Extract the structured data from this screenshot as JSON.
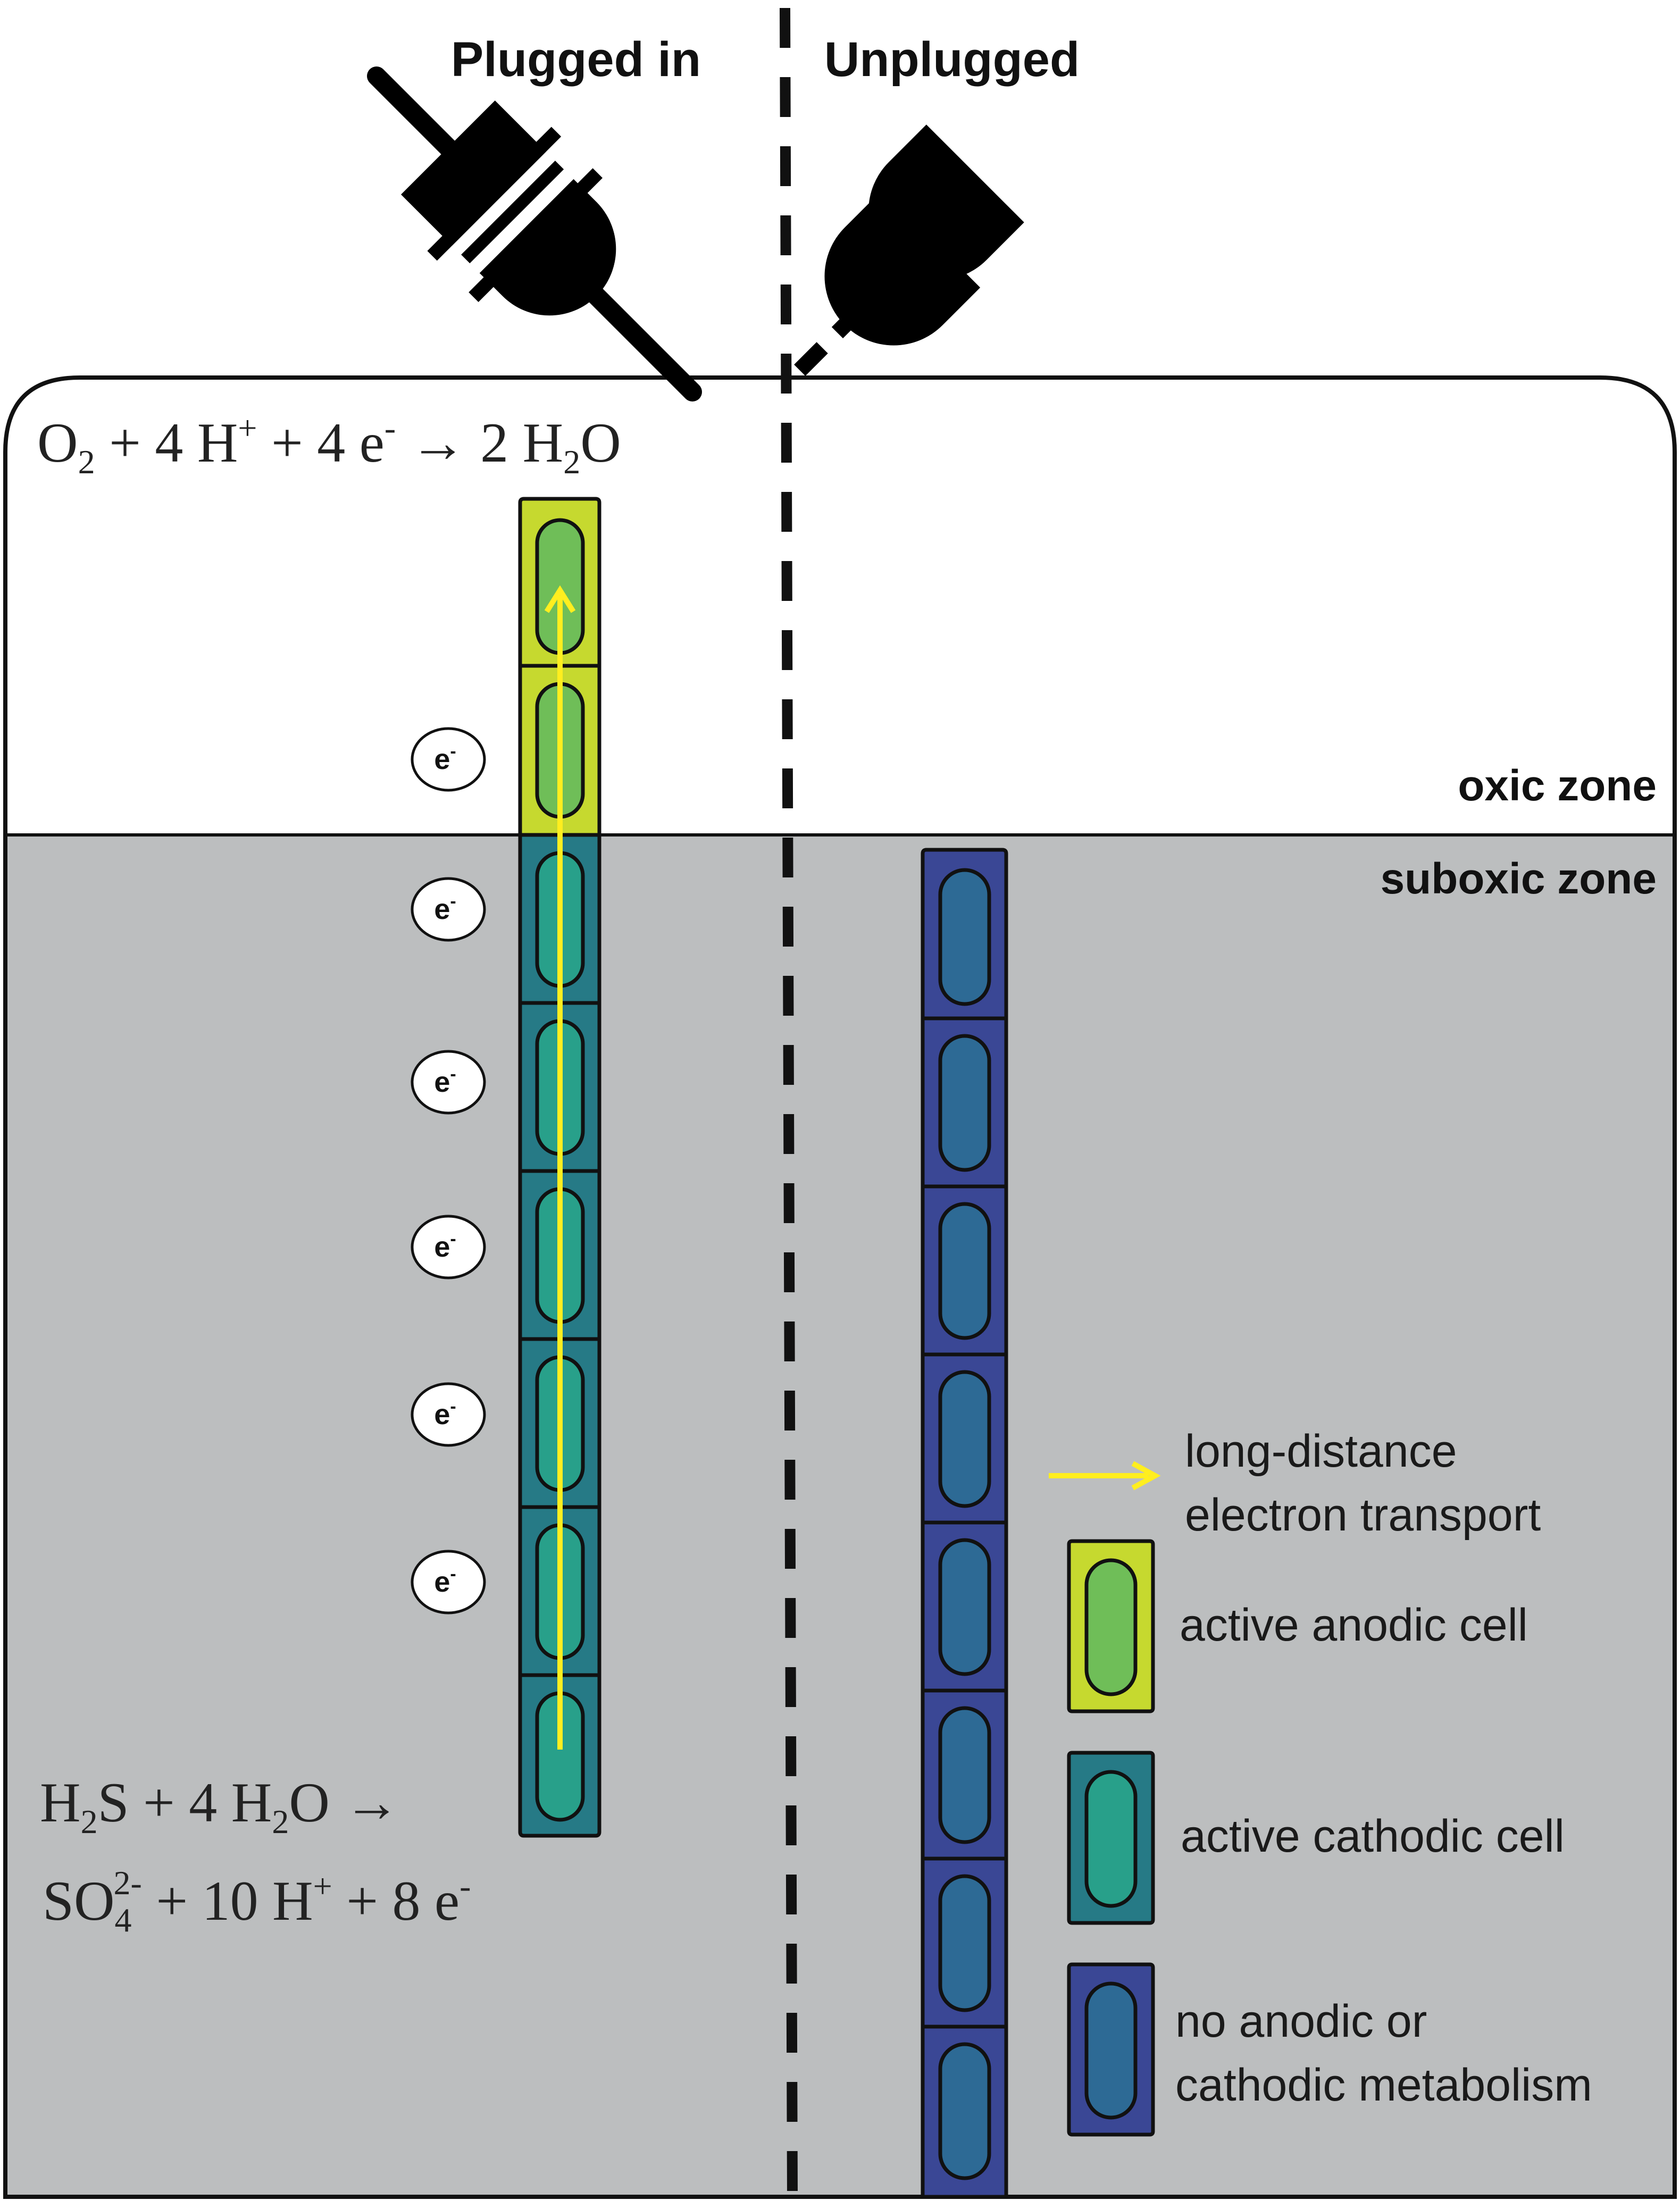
{
  "labels": {
    "plugged_in": "Plugged in",
    "unplugged": "Unplugged",
    "oxic_zone": "oxic zone",
    "suboxic_zone": "suboxic zone"
  },
  "equations": {
    "top": {
      "p1": "O",
      "s1": "2",
      "p2": " + 4 H",
      "s2": "+",
      "p3": " + 4 e",
      "s3": "-",
      "p4": " → 2 H",
      "s4": "2",
      "p5": "O"
    },
    "bottom_line1": {
      "p1": "H",
      "s1": "2",
      "p2": "S + 4 H",
      "s2": "2",
      "p3": "O →"
    },
    "bottom_line2": {
      "p1": "SO",
      "s1": "4",
      "s2": "2-",
      "p2": " + 10 H",
      "s3": "+",
      "p3": " + 8 e",
      "s4": "-"
    }
  },
  "electron": {
    "letter": "e",
    "charge": "-"
  },
  "legend": {
    "transport_line1": "long-distance",
    "transport_line2": "electron transport",
    "anodic": "active anodic cell",
    "cathodic": "active cathodic cell",
    "none_line1": "no anodic or",
    "none_line2": "cathodic metabolism"
  },
  "colors": {
    "anodic_outer": "#c6d92f",
    "anodic_inner": "#6fbe58",
    "cathodic_outer": "#267a86",
    "cathodic_inner": "#28a08a",
    "inactive_outer": "#3a4795",
    "inactive_inner": "#2d6a95",
    "transport_arrow": "#ffee1f",
    "suboxic_bg": "#bcbebf",
    "oxic_bg": "#ffffff",
    "outline": "#111111"
  }
}
